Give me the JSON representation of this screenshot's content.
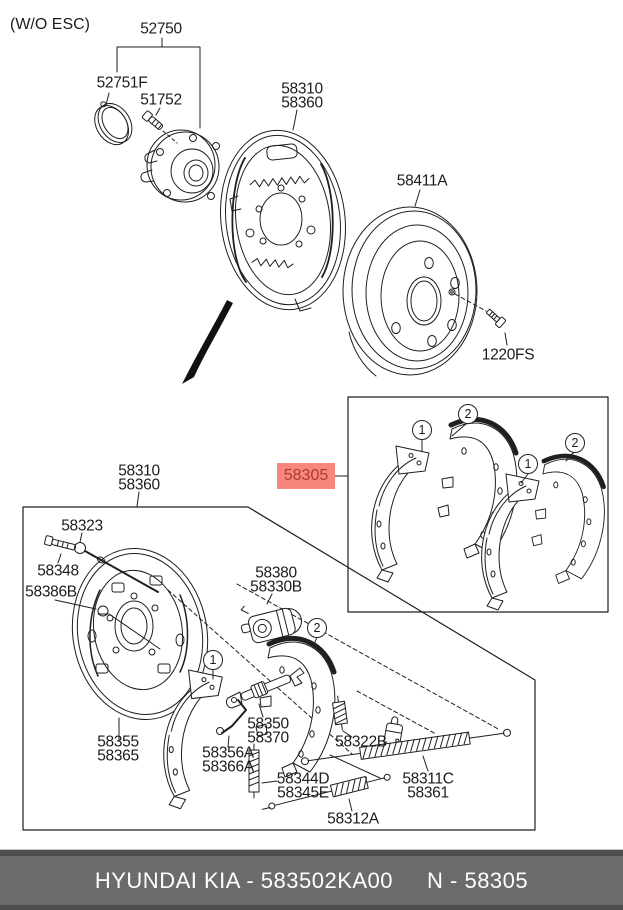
{
  "top_note": "(W/O ESC)",
  "numbers": {
    "one": "1",
    "two": "2"
  },
  "labels": {
    "l52750": "52750",
    "l52751F": "52751F",
    "l51752": "51752",
    "l58310_58360_top": "58310\n58360",
    "l58411A": "58411A",
    "l1220FS": "1220FS",
    "l58310_58360_bottom": "58310\n58360",
    "l58323": "58323",
    "l58348": "58348",
    "l58386B": "58386B",
    "l58380_58330B": "58380\n58330B",
    "l58355_58365": "58355\n58365",
    "l58350_58370": "58350\n58370",
    "l58356A_58366A": "58356A\n58366A",
    "l58344D_58345E": "58344D\n58345E",
    "l58322B": "58322B",
    "l58311C_58361": "58311C\n58361",
    "l58312A": "58312A"
  },
  "highlight": {
    "part": "58305",
    "bg": "#f6867e",
    "fg": "#b0392e"
  },
  "banner": {
    "left": "HYUNDAI  KIA - 583502KA00",
    "right": "N - 58305",
    "bg": "#6b6b6b",
    "fg": "#ffffff"
  }
}
